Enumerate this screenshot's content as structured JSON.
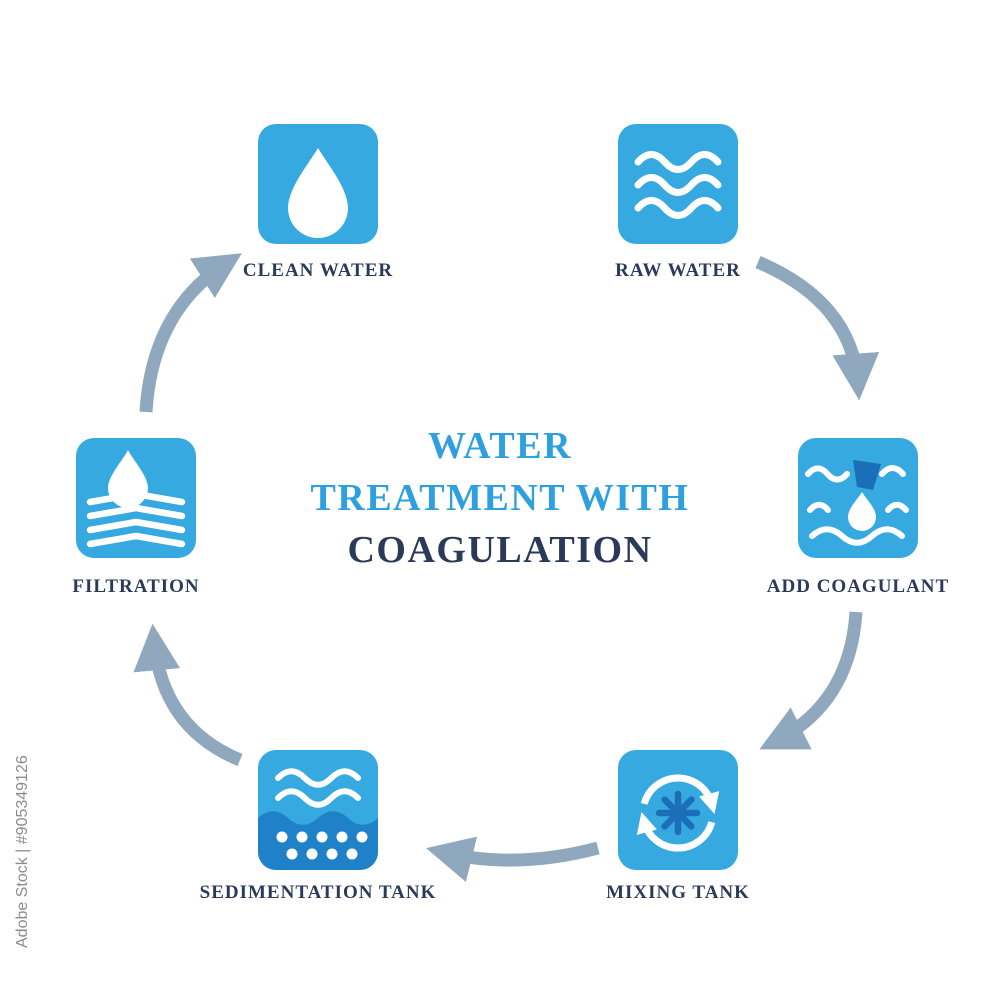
{
  "title": {
    "line1": "WATER",
    "line2": "TREATMENT WITH",
    "line3": "COAGULATION"
  },
  "nodes": [
    {
      "id": "clean-water",
      "label": "CLEAN WATER",
      "icon": "water-drop-icon"
    },
    {
      "id": "raw-water",
      "label": "RAW WATER",
      "icon": "water-waves-icon"
    },
    {
      "id": "add-coagulant",
      "label": "ADD COAGULANT",
      "icon": "coagulant-pour-icon"
    },
    {
      "id": "mixing-tank",
      "label": "MIXING TANK",
      "icon": "mixing-rotation-icon"
    },
    {
      "id": "sedimentation-tank",
      "label": "SEDIMENTATION TANK",
      "icon": "sediment-particles-icon"
    },
    {
      "id": "filtration",
      "label": "FILTRATION",
      "icon": "filter-layers-icon"
    }
  ],
  "flow": [
    {
      "from": "RAW WATER",
      "to": "ADD COAGULANT"
    },
    {
      "from": "ADD COAGULANT",
      "to": "MIXING TANK"
    },
    {
      "from": "MIXING TANK",
      "to": "SEDIMENTATION TANK"
    },
    {
      "from": "SEDIMENTATION TANK",
      "to": "FILTRATION"
    },
    {
      "from": "FILTRATION",
      "to": "CLEAN WATER"
    }
  ],
  "watermark": {
    "text": "Adobe Stock | #905349126"
  },
  "colors": {
    "icon-blue": "#36A9E1",
    "icon-blue-mid": "#1F82C8",
    "icon-blue-dark": "#1B6FB8",
    "title-blue": "#2E9FDF",
    "navy": "#2A3A58",
    "arrow": "#8FA8BE",
    "watermark": "#8C8C8C"
  }
}
